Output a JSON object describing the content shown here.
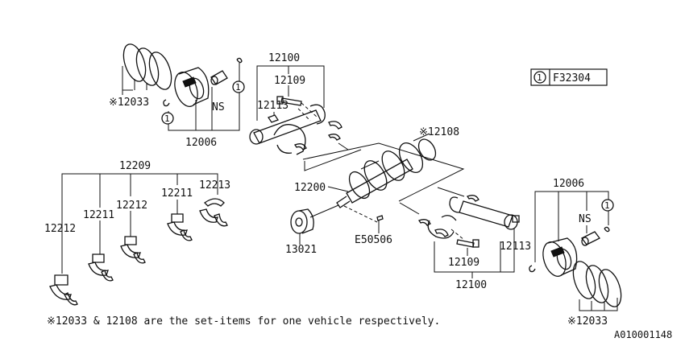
{
  "callouts": {
    "top_left_rings": "※12033",
    "top_left_piston_group": "12006",
    "top_left_ns": "NS",
    "top_left_circle_a": "1",
    "top_left_circle_b": "1",
    "top_rod_group": "12100",
    "top_rod_bolt": "12109",
    "top_rod_nut": "12113",
    "crank_bearing_set": "※12108",
    "crankshaft": "12200",
    "pulley": "13021",
    "key": "E50506",
    "left_bearing_group": "12209",
    "bearing_12212_a": "12212",
    "bearing_12211_a": "12211",
    "bearing_12212_b": "12212",
    "bearing_12211_b": "12211",
    "bearing_12213": "12213",
    "right_piston_group": "12006",
    "right_ns": "NS",
    "right_circle": "1",
    "right_rings": "※12033",
    "bottom_rod_bolt": "12109",
    "bottom_rod_nut": "12113",
    "bottom_rod_group": "12100"
  },
  "reference_box": {
    "circle_number": "1",
    "code": "F32304"
  },
  "footnote": "※12033 & 12108 are the set-items for one vehicle respectively.",
  "diagram_id": "A010001148"
}
